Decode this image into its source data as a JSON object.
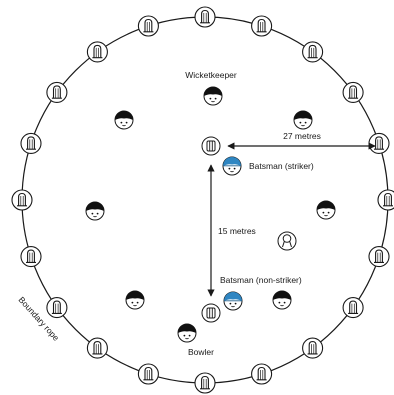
{
  "labels": {
    "wicketkeeper": "Wicketkeeper",
    "batsman_striker": "Batsman (striker)",
    "batsman_non_striker": "Batsman (non-striker)",
    "bowler": "Bowler",
    "boundary_rope": "Boundary rope",
    "distance_boundary": "27 metres",
    "distance_pitch": "15 metres"
  },
  "icons": {
    "boundary_marker": "boundary-flag-icon",
    "fielder": "fielder-head-icon",
    "batsman": "batsman-head-icon",
    "wicket": "stumps-icon",
    "ball": "cricket-ball-icon"
  },
  "colors": {
    "line": "#1a1a1a",
    "batsman_cap": "#2f86c2",
    "fielder_hair": "#111111"
  }
}
